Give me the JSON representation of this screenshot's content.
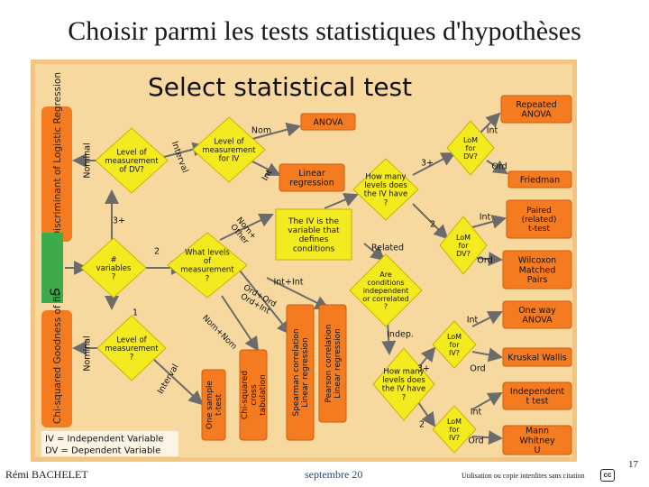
{
  "slide": {
    "title": "Choisir parmi les tests statistiques d'hypothèses",
    "page_number": "17",
    "footer_author": "Rémi BACHELET",
    "footer_date": "septembre 20",
    "footer_license": "Utilisation ou copie interdites sans citation",
    "license_icon": "cc-icon"
  },
  "diagram": {
    "heading": "Select statistical test",
    "colors": {
      "background": "#f7d9a0",
      "frame": "#f4c481",
      "diamond": "#f3ea1f",
      "box": "#f47b20",
      "arrow": "#6b6b6b",
      "start": "#3daa4b"
    },
    "sidebar": {
      "top": "Discriminant of Logistic Regression",
      "middle": "S",
      "bottom": "Chi-squared Goodness of fit"
    },
    "decisions": {
      "level_dv_top": "Level of measurement of DV?",
      "level_iv": "Level of measurement for IV",
      "variables": "# variables ?",
      "what_levels": "What levels of measurement ?",
      "level_bottom": "Level of measurement ?",
      "iv_defines": "The IV is the variable that defines conditions",
      "how_many_top": "How many levels does the IV have ?",
      "conditions": "Are conditions independent or correlated ?",
      "how_many_bottom": "How many levels does the IV have ?",
      "lom1": "LoM for DV?",
      "lom2": "LoM for DV?",
      "lom3": "LoM for IV?",
      "lom4": "LoM for IV?"
    },
    "results": {
      "anova": "ANOVA",
      "linear": "Linear regression",
      "repeated": "Repeated ANOVA",
      "friedman": "Friedman",
      "paired": "Paired (related) t-test",
      "wilcoxon": "Wilcoxon Matched Pairs",
      "oneway": "One way ANOVA",
      "kruskal": "Kruskal Wallis",
      "indep_t": "Independent t test",
      "mann": "Mann Whitney U",
      "one_sample": "One sample t-test",
      "chi_cross": "Chi-squared cross tabulation",
      "spearman": "Spearman correlation Linear regression",
      "pearson": "Pearson correlation Linear regression"
    },
    "labels": {
      "nominal_top": "Nominal",
      "interval_top": "Interval",
      "nom": "Nom",
      "int_a": "Int",
      "three_plus_a": "3+",
      "nom_other": "Nom+ Other",
      "two_a": "2",
      "one": "1",
      "int_int": "Int+Int",
      "ord_ord": "Ord+Ord Ord+Int",
      "nom_nom": "Nom+Nom",
      "nominal_bottom": "Nominal",
      "interval_bottom": "Interval",
      "int_r1": "Int",
      "ord_r1": "Ord",
      "three_plus_b": "3+",
      "two_b": "2",
      "int_r2": "Int",
      "ord_r2": "Ord",
      "related": "Related",
      "indep": "Indep.",
      "int_r3": "Int",
      "ord_r3": "Ord",
      "three_plus_c": "3+",
      "two_c": "2",
      "int_r4": "Int",
      "ord_r4": "Ord"
    },
    "legend": {
      "iv": "IV = Independent Variable",
      "dv": "DV = Dependent Variable"
    }
  }
}
